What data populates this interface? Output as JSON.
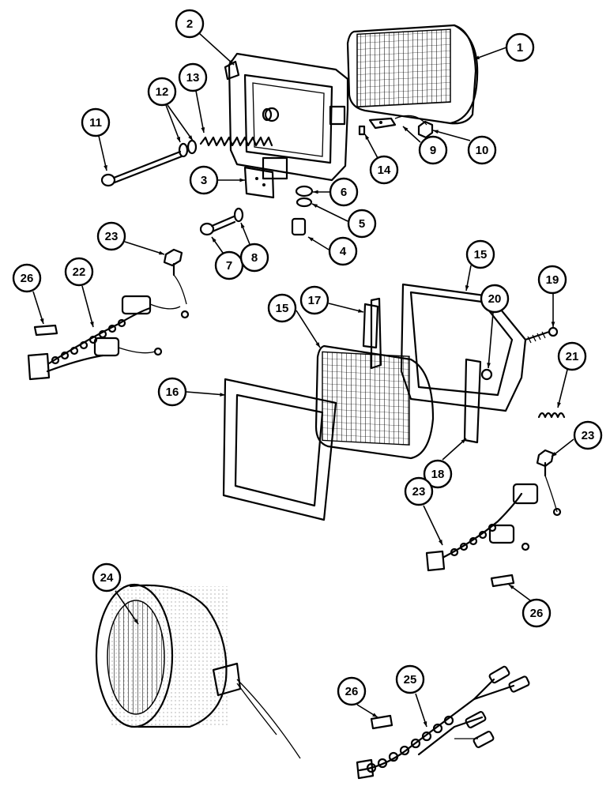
{
  "diagram": {
    "callouts": [
      "1",
      "2",
      "3",
      "4",
      "5",
      "6",
      "7",
      "8",
      "9",
      "10",
      "11",
      "12",
      "13",
      "14",
      "15",
      "16",
      "17",
      "18",
      "19",
      "20",
      "21",
      "22",
      "23",
      "24",
      "25",
      "26"
    ]
  },
  "colors": {
    "ink": "#000000",
    "paper": "#ffffff"
  }
}
